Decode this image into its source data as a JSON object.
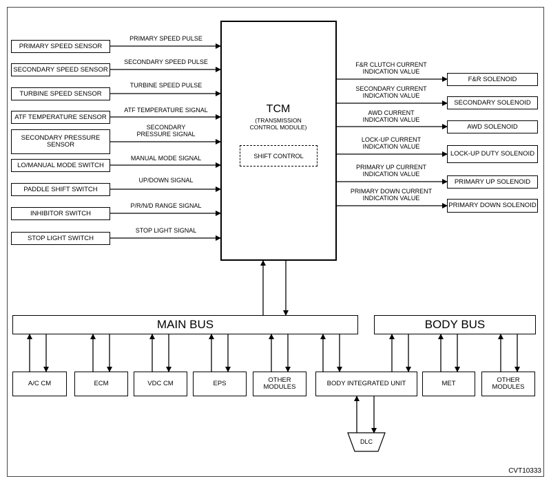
{
  "tcm": {
    "title": "TCM",
    "subtitle_1": "(TRANSMISSION",
    "subtitle_2": "CONTROL MODULE)",
    "shift_control": "SHIFT CONTROL"
  },
  "inputs": [
    {
      "device": "PRIMARY SPEED SENSOR",
      "signal": "PRIMARY SPEED PULSE"
    },
    {
      "device": "SECONDARY SPEED SENSOR",
      "signal": "SECONDARY SPEED PULSE"
    },
    {
      "device": "TURBINE SPEED SENSOR",
      "signal": "TURBINE SPEED PULSE"
    },
    {
      "device": "ATF TEMPERATURE SENSOR",
      "signal": "ATF TEMPERATURE SIGNAL"
    },
    {
      "device_1": "SECONDARY PRESSURE",
      "device_2": "SENSOR",
      "signal_1": "SECONDARY",
      "signal_2": "PRESSURE SIGNAL"
    },
    {
      "device": "LO/MANUAL MODE SWITCH",
      "signal": "MANUAL MODE SIGNAL"
    },
    {
      "device": "PADDLE SHIFT SWITCH",
      "signal": "UP/DOWN SIGNAL"
    },
    {
      "device": "INHIBITOR SWITCH",
      "signal": "P/R/N/D RANGE SIGNAL"
    },
    {
      "device": "STOP LIGHT SWITCH",
      "signal": "STOP LIGHT SIGNAL"
    }
  ],
  "outputs": [
    {
      "signal_1": "F&R CLUTCH CURRENT",
      "signal_2": "INDICATION VALUE",
      "device": "F&R SOLENOID"
    },
    {
      "signal_1": "SECONDARY CURRENT",
      "signal_2": "INDICATION VALUE",
      "device": "SECONDARY SOLENOID"
    },
    {
      "signal_1": "AWD CURRENT",
      "signal_2": "INDICATION VALUE",
      "device": "AWD SOLENOID"
    },
    {
      "signal_1": "LOCK-UP CURRENT",
      "signal_2": "INDICATION VALUE",
      "device": "LOCK-UP DUTY SOLENOID"
    },
    {
      "signal_1": "PRIMARY UP CURRENT",
      "signal_2": "INDICATION VALUE",
      "device": "PRIMARY UP SOLENOID"
    },
    {
      "signal_1": "PRIMARY DOWN CURRENT",
      "signal_2": "INDICATION VALUE",
      "device": "PRIMARY DOWN SOLENOID"
    }
  ],
  "buses": {
    "main": "MAIN BUS",
    "body": "BODY BUS"
  },
  "modules": [
    {
      "l1": "A/C CM"
    },
    {
      "l1": "ECM"
    },
    {
      "l1": "VDC CM"
    },
    {
      "l1": "EPS"
    },
    {
      "l1": "OTHER",
      "l2": "MODULES"
    },
    {
      "l1": "BODY INTEGRATED UNIT"
    },
    {
      "l1": "MET"
    },
    {
      "l1": "OTHER",
      "l2": "MODULES"
    }
  ],
  "dlc": "DLC",
  "figure_code": "CVT10333"
}
